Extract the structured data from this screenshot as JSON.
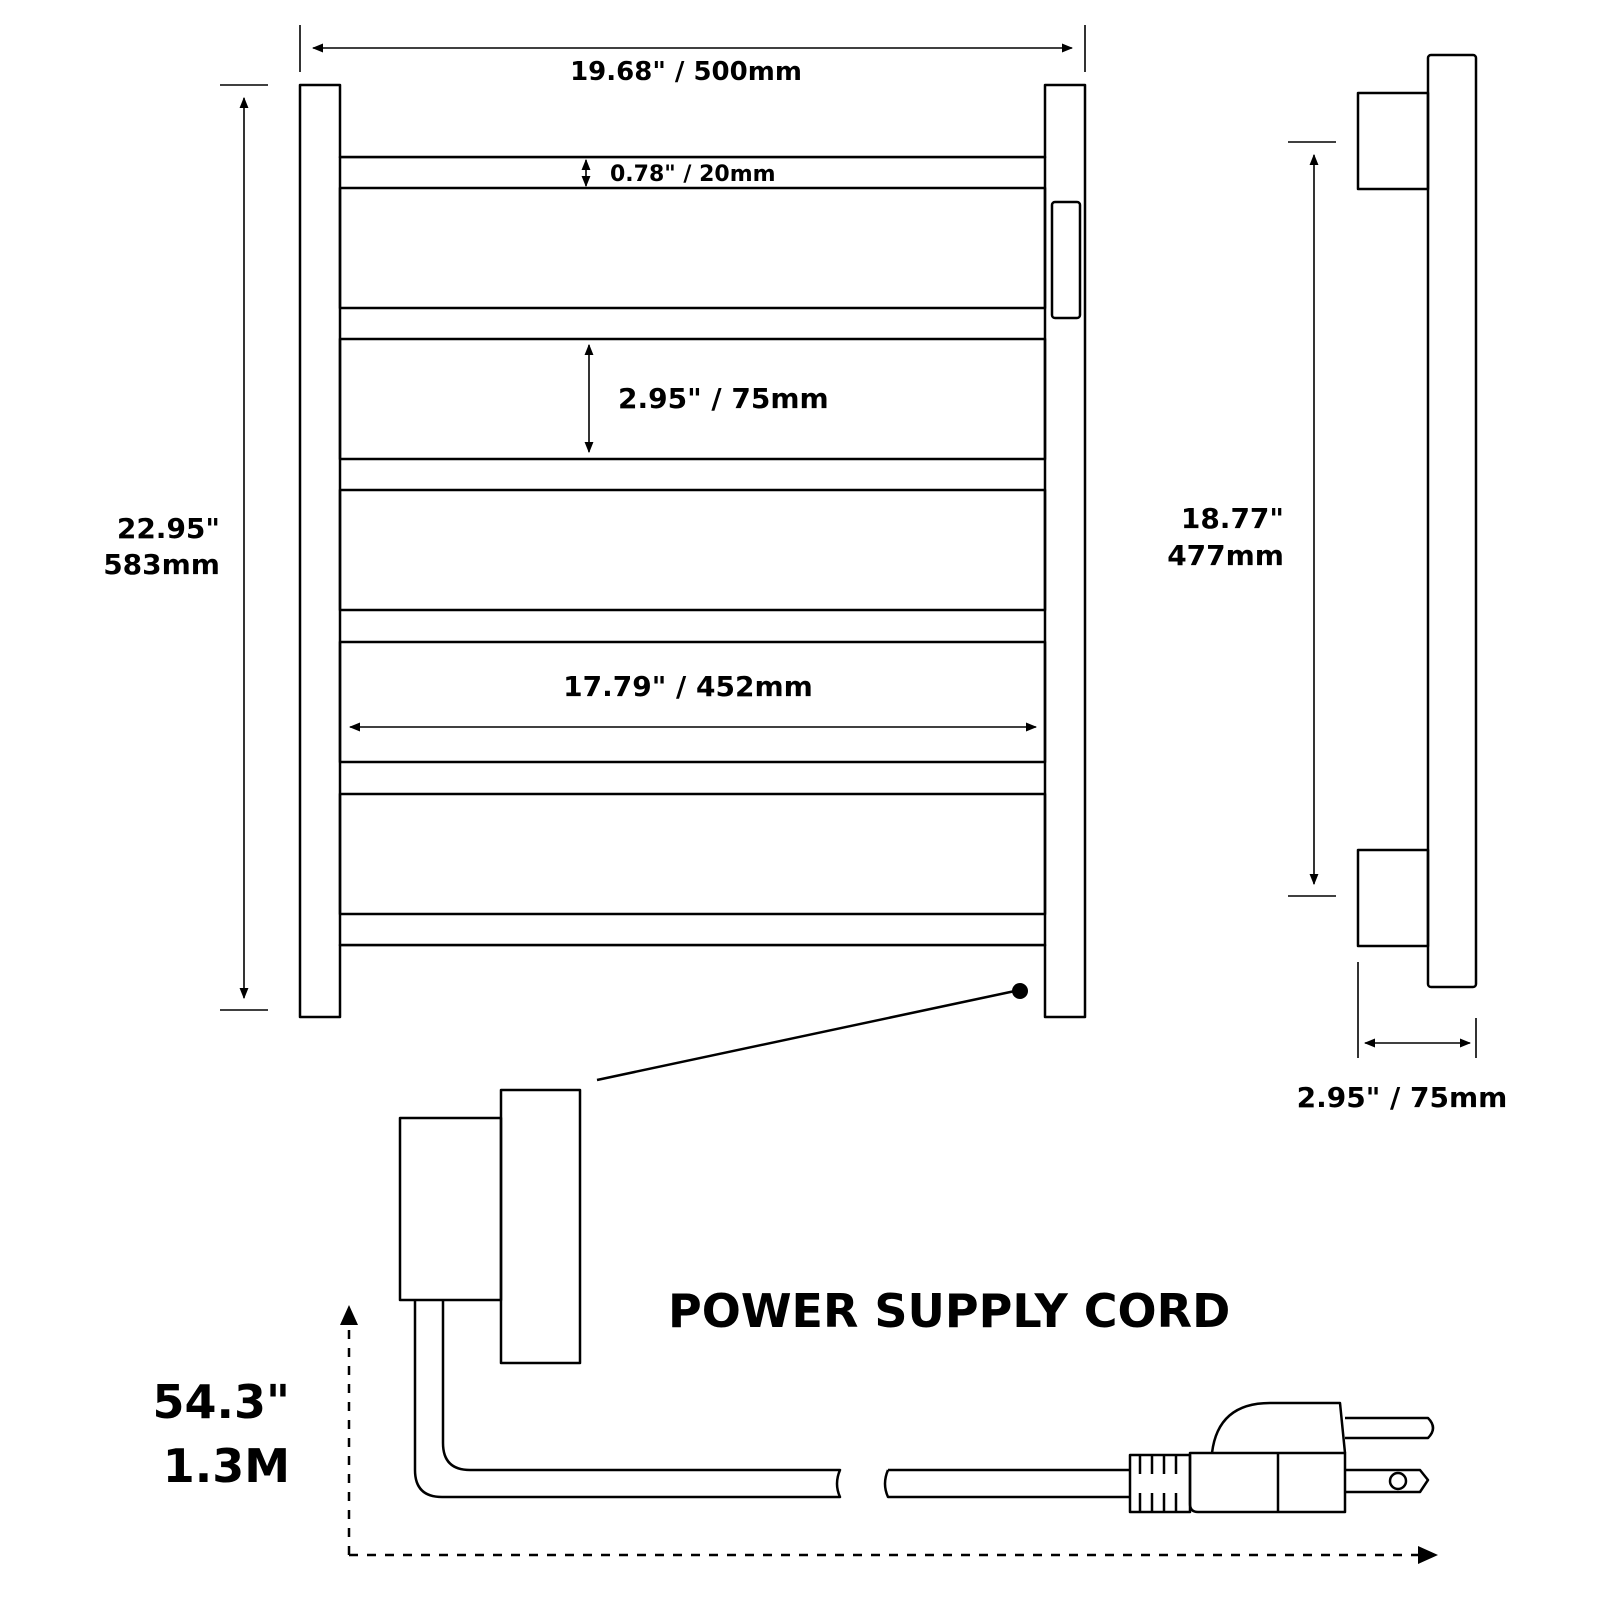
{
  "front_view": {
    "overall_width": "19.68\" / 500mm",
    "overall_height_in": "22.95\"",
    "overall_height_mm": "583mm",
    "bar_gap": "0.78\" / 20mm",
    "bar_height": "2.95\" / 75mm",
    "bar_length": "17.79\" / 452mm"
  },
  "side_view": {
    "mount_spacing_in": "18.77\"",
    "mount_spacing_mm": "477mm",
    "depth": "2.95\" / 75mm"
  },
  "power_cord": {
    "title": "POWER SUPPLY CORD",
    "length_in": "54.3\"",
    "length_m": "1.3M"
  }
}
